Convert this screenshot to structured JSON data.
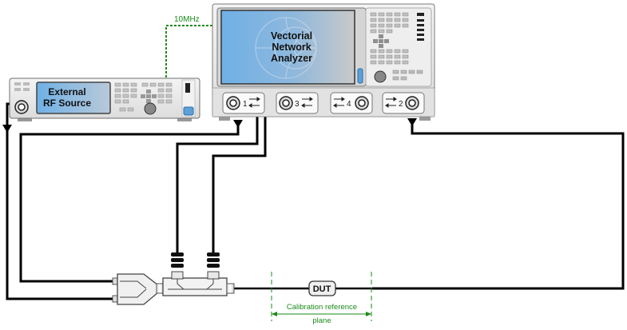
{
  "sync_label": "10MHz",
  "rf_source": {
    "line1": "External",
    "line2": "RF Source"
  },
  "vna": {
    "line1": "Vectorial",
    "line2": "Network",
    "line3": "Analyzer",
    "ports": [
      {
        "label": "1"
      },
      {
        "label": "3"
      },
      {
        "label": "4"
      },
      {
        "label": "2"
      }
    ]
  },
  "dut_label": "DUT",
  "calibration": {
    "line1": "Calibration reference",
    "line2": "plane"
  },
  "colors": {
    "background": "#ffffff",
    "cable": "#000000",
    "annotation": "#1a8a1a",
    "screen_blue": "#6fb0e6",
    "instrument_body": "#ececec"
  }
}
